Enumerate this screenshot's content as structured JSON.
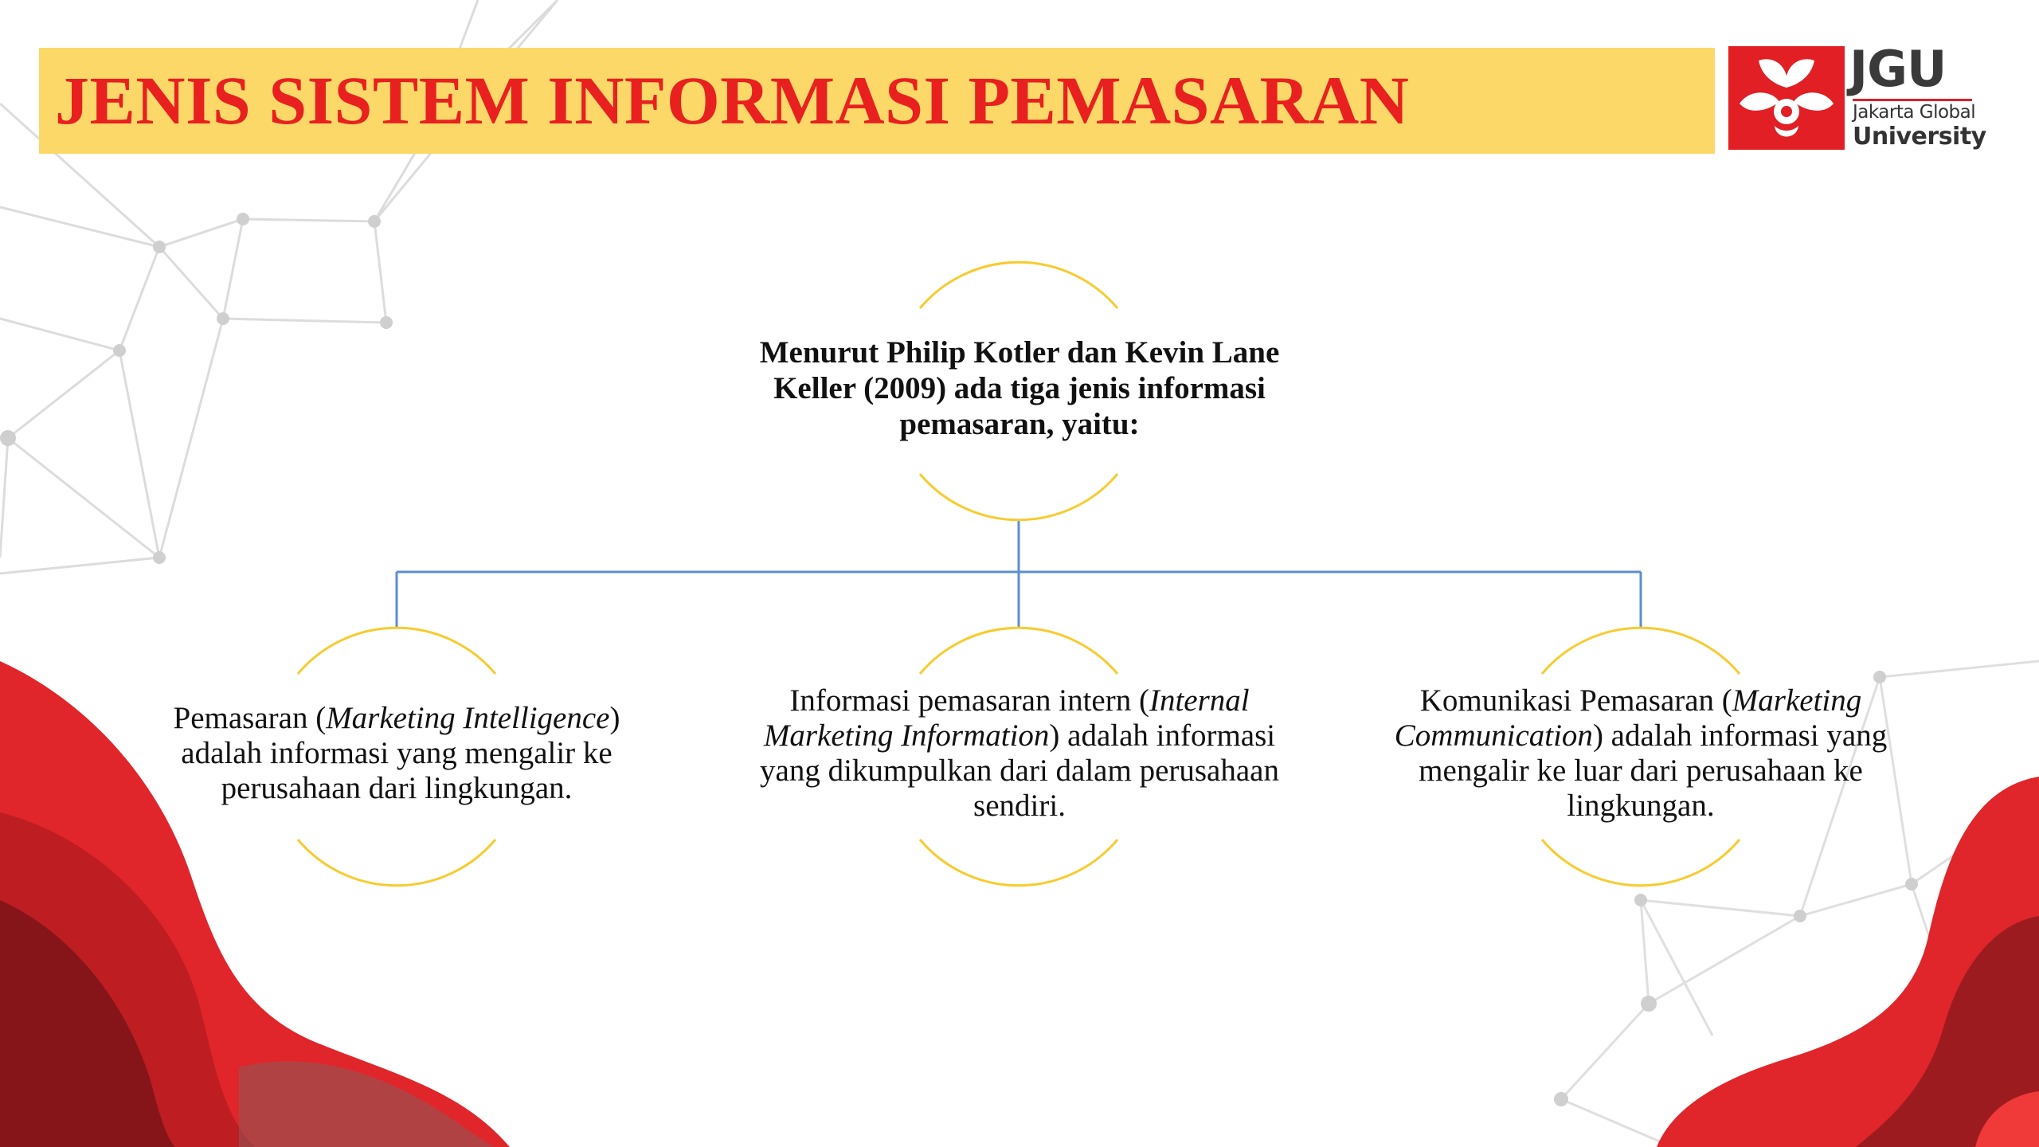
{
  "slide": {
    "title": "JENIS SISTEM INFORMASI PEMASARAN",
    "colors": {
      "title_bar": "#fcd869",
      "title_text": "#e8201f",
      "accent_red": "#e11f25",
      "connector": "#5b8fd0",
      "circle_arc": "#f8cb2e"
    }
  },
  "logo": {
    "wordmark": "JGU",
    "line1": "Jakarta Global",
    "line2": "University",
    "icon": "orchid-flower-icon"
  },
  "diagram": {
    "root": {
      "text": "Menurut Philip Kotler dan Kevin Lane Keller (2009) ada tiga jenis informasi pemasaran, yaitu:"
    },
    "children": [
      {
        "before": "Pemasaran (",
        "italic": "Marketing Intelligence",
        "after": ") adalah informasi yang mengalir ke perusahaan dari lingkungan."
      },
      {
        "before": "Informasi pemasaran intern (",
        "italic": "Internal Marketing Information",
        "after": ") adalah informasi yang dikumpulkan dari dalam perusahaan sendiri."
      },
      {
        "before": "Komunikasi Pemasaran (",
        "italic": "Marketing Communication",
        "after": ") adalah informasi yang mengalir ke luar dari perusahaan ke lingkungan."
      }
    ]
  }
}
